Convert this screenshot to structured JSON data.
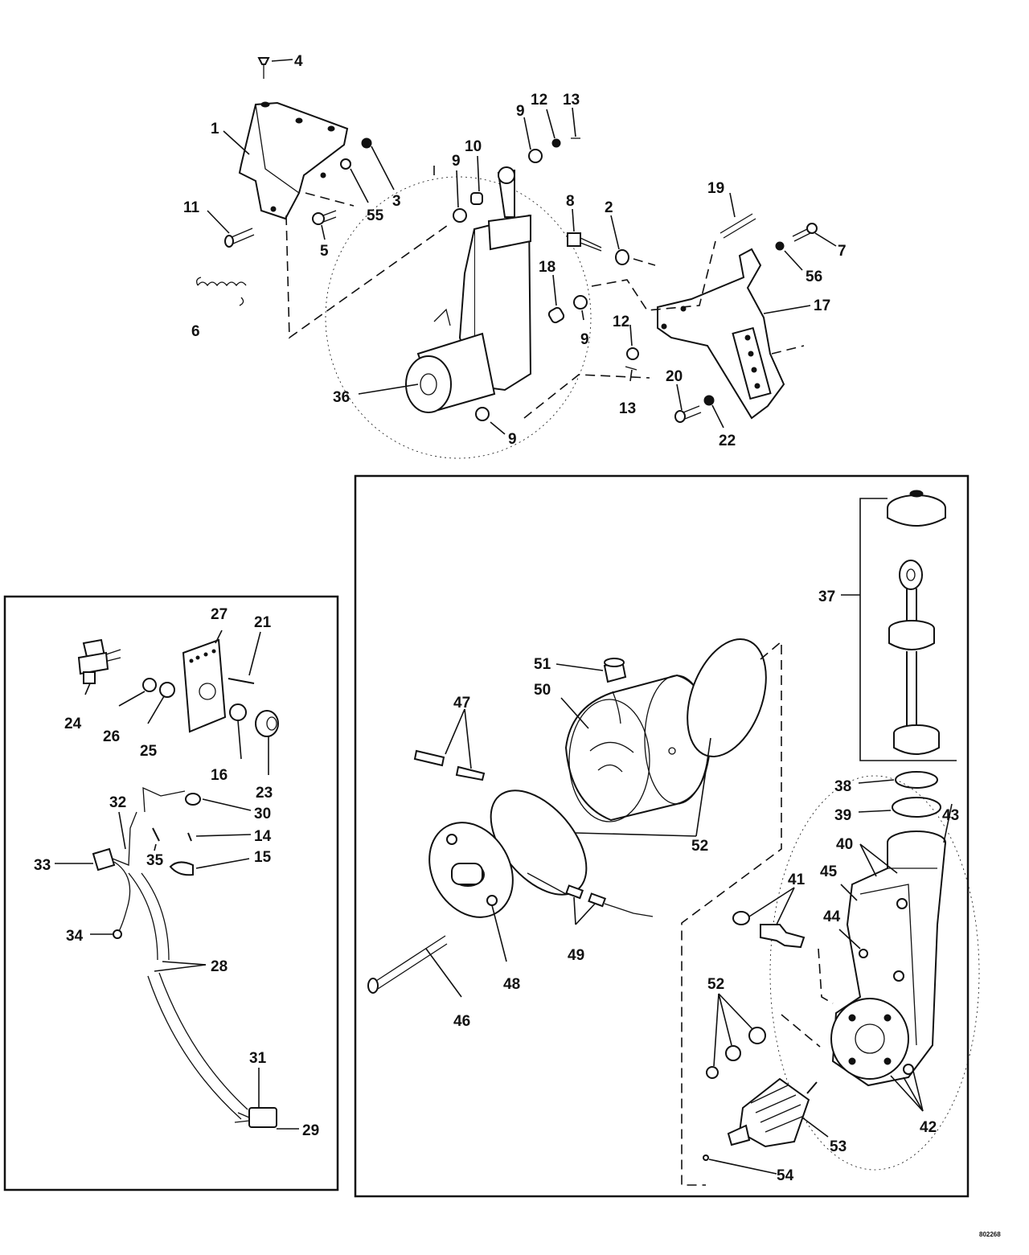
{
  "diagram_code": "802268",
  "callouts": {
    "p1": "1",
    "p2": "2",
    "p3": "3",
    "p4": "4",
    "p5": "5",
    "p6": "6",
    "p7": "7",
    "p8": "8",
    "p9a": "9",
    "p9b": "9",
    "p9c": "9",
    "p9d": "9",
    "p10": "10",
    "p11": "11",
    "p12a": "12",
    "p12b": "12",
    "p13a": "13",
    "p13b": "13",
    "p14": "14",
    "p15": "15",
    "p16": "16",
    "p17": "17",
    "p18": "18",
    "p19": "19",
    "p20": "20",
    "p21": "21",
    "p22": "22",
    "p23": "23",
    "p24": "24",
    "p25": "25",
    "p26": "26",
    "p27": "27",
    "p28": "28",
    "p29": "29",
    "p30": "30",
    "p31": "31",
    "p32": "32",
    "p33": "33",
    "p34": "34",
    "p35": "35",
    "p36": "36",
    "p37": "37",
    "p38": "38",
    "p39": "39",
    "p40": "40",
    "p41": "41",
    "p42": "42",
    "p43": "43",
    "p44": "44",
    "p45": "45",
    "p46": "46",
    "p47": "47",
    "p48": "48",
    "p49": "49",
    "p50": "50",
    "p51": "51",
    "p52a": "52",
    "p52b": "52",
    "p53": "53",
    "p54": "54",
    "p55": "55",
    "p56": "56"
  }
}
